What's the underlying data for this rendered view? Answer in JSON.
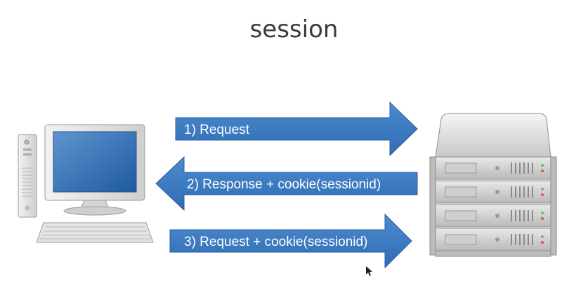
{
  "title": "session",
  "arrows": [
    {
      "label": "1) Request",
      "direction": "right"
    },
    {
      "label": "2) Response + cookie(sessionid)",
      "direction": "left"
    },
    {
      "label": "3) Request + cookie(sessionid)",
      "direction": "right"
    }
  ],
  "colors": {
    "arrow_fill": "#3f7fc6",
    "arrow_dark": "#2e66a8",
    "monitor_screen": "#2f6fb6",
    "server_body": "#d6d6d6"
  },
  "icons": {
    "client": "desktop-computer-icon",
    "server": "server-rack-icon"
  }
}
